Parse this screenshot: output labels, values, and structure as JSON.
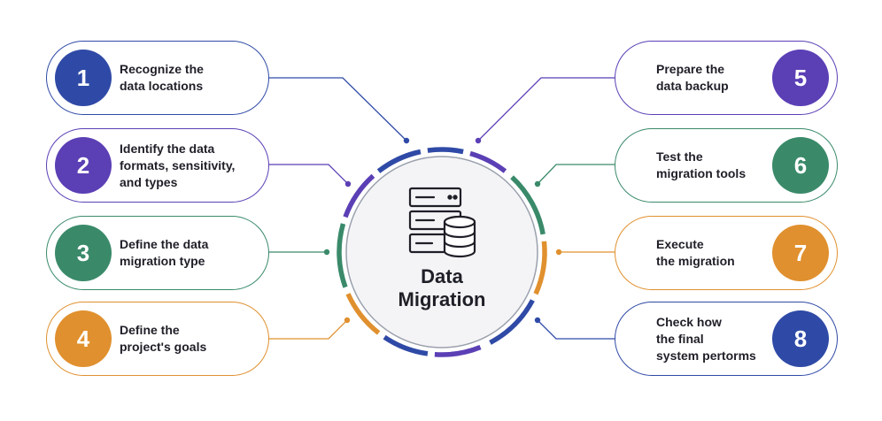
{
  "center": {
    "title_line1": "Data",
    "title_line2": "Migration",
    "icon": "database-server-icon"
  },
  "colors": {
    "blue": "#2f4aa6",
    "purple": "#5b3fb5",
    "green": "#3a8a6a",
    "orange": "#e0902e",
    "text": "#1f1f28",
    "ring_border": "#9aa0ad"
  },
  "steps": [
    {
      "number": "1",
      "lines": [
        "Recognize the",
        "data locations"
      ],
      "color": "#2f4aa6"
    },
    {
      "number": "2",
      "lines": [
        "Identify the data",
        "formats, sensitivity,",
        "and types"
      ],
      "color": "#5b3fb5"
    },
    {
      "number": "3",
      "lines": [
        "Define the data",
        "migration type"
      ],
      "color": "#3a8a6a"
    },
    {
      "number": "4",
      "lines": [
        "Define the",
        "project's goals"
      ],
      "color": "#e0902e"
    },
    {
      "number": "5",
      "lines": [
        "Prepare the",
        "data backup"
      ],
      "color": "#5b3fb5"
    },
    {
      "number": "6",
      "lines": [
        "Test the",
        "migration tools"
      ],
      "color": "#3a8a6a"
    },
    {
      "number": "7",
      "lines": [
        "Execute",
        "the migration"
      ],
      "color": "#e0902e"
    },
    {
      "number": "8",
      "lines": [
        "Check how",
        "the final",
        "system pertorms"
      ],
      "color": "#2f4aa6"
    }
  ]
}
